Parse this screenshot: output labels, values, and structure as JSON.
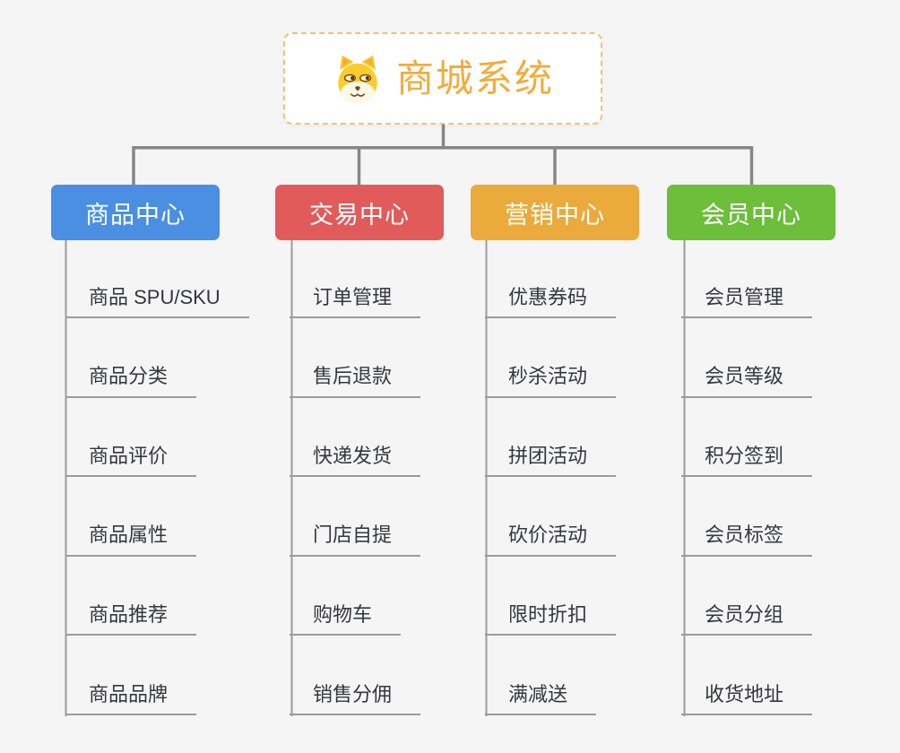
{
  "page": {
    "background": "#f5f5f6"
  },
  "root": {
    "title": "商城系统",
    "icon": "shiba-dog-icon",
    "text_color": "#f2ac3c",
    "border_color": "#f2c271"
  },
  "connectors": {
    "top_color": "#868686",
    "branch_line_color": "#9b9b9b"
  },
  "branches": [
    {
      "label": "商品中心",
      "color": "#4a8fe2",
      "items": [
        "商品 SPU/SKU",
        "商品分类",
        "商品评价",
        "商品属性",
        "商品推荐",
        "商品品牌"
      ]
    },
    {
      "label": "交易中心",
      "color": "#e25b5b",
      "items": [
        "订单管理",
        "售后退款",
        "快递发货",
        "门店自提",
        "购物车",
        "销售分佣"
      ]
    },
    {
      "label": "营销中心",
      "color": "#ebaa3c",
      "items": [
        "优惠券码",
        "秒杀活动",
        "拼团活动",
        "砍价活动",
        "限时折扣",
        "满减送"
      ]
    },
    {
      "label": "会员中心",
      "color": "#6cbe3b",
      "items": [
        "会员管理",
        "会员等级",
        "积分签到",
        "会员标签",
        "会员分组",
        "收货地址"
      ]
    }
  ]
}
